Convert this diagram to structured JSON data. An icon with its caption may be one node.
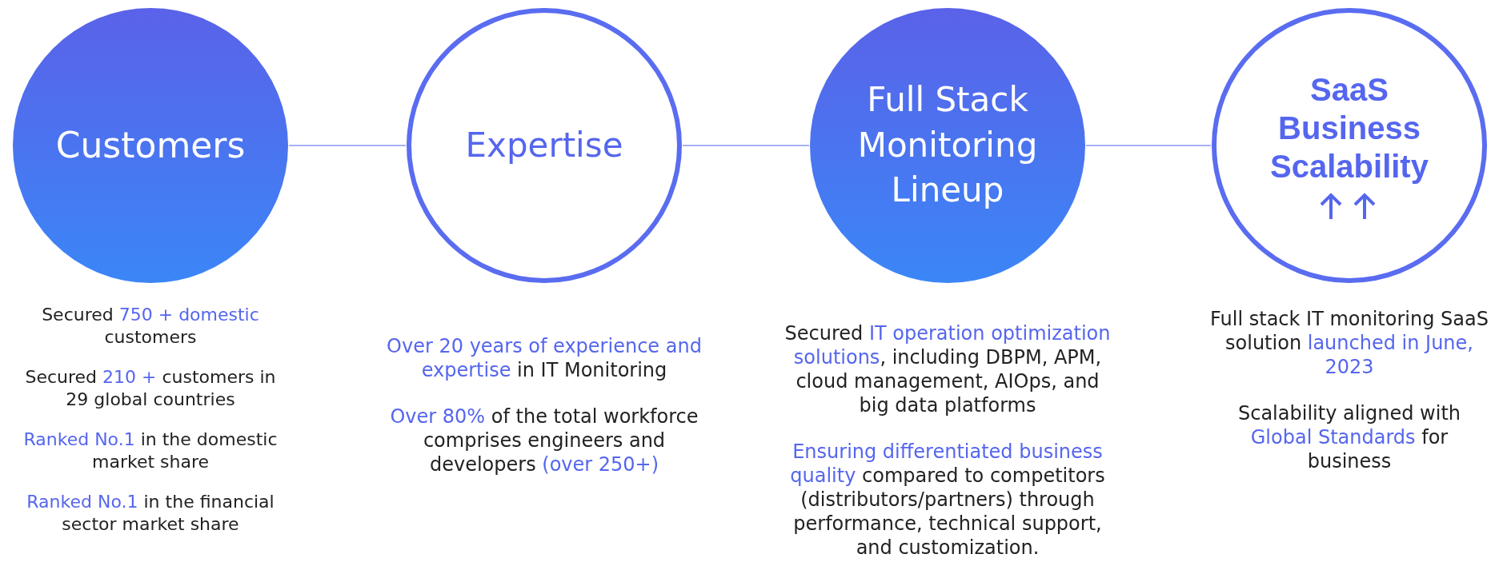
{
  "diagram": {
    "nodes": [
      {
        "text": [
          "Customers"
        ],
        "beside": [
          "Secured **750 + domestic** customers",
          "Secured **210 +** customers in 29 global countries",
          "**Ranked No.1** in the domestic market share",
          "**Ranked No.1** in the financial sector market share"
        ]
      },
      {
        "text": [
          "Expertise"
        ],
        "beside": [
          "**Over 20 years of experience and expertise** in IT Monitoring",
          "**Over 80%** of the total workforce comprises engineers and developers **(over 250+)**"
        ]
      },
      {
        "text": [
          "Full Stack Monitoring Lineup"
        ],
        "beside": [
          "Secured **IT operation optimization solutions**, including DBPM, APM, cloud management, AIOps, and big data platforms",
          "**Ensuring differentiated business quality** compared to competitors (distributors/partners) through performance, technical support, and customization."
        ]
      },
      {
        "text": [
          "SaaS Business Scalability"
        ],
        "beside": [
          "Full stack IT monitoring SaaS solution **launched in June, 2023**",
          "Scalability aligned with **Global Standards** for business"
        ]
      }
    ],
    "edges": [
      {
        "from": 0,
        "to": 1,
        "arrow": "none"
      },
      {
        "from": 1,
        "to": 2,
        "arrow": "none"
      },
      {
        "from": 2,
        "to": 3,
        "arrow": "none"
      }
    ]
  }
}
